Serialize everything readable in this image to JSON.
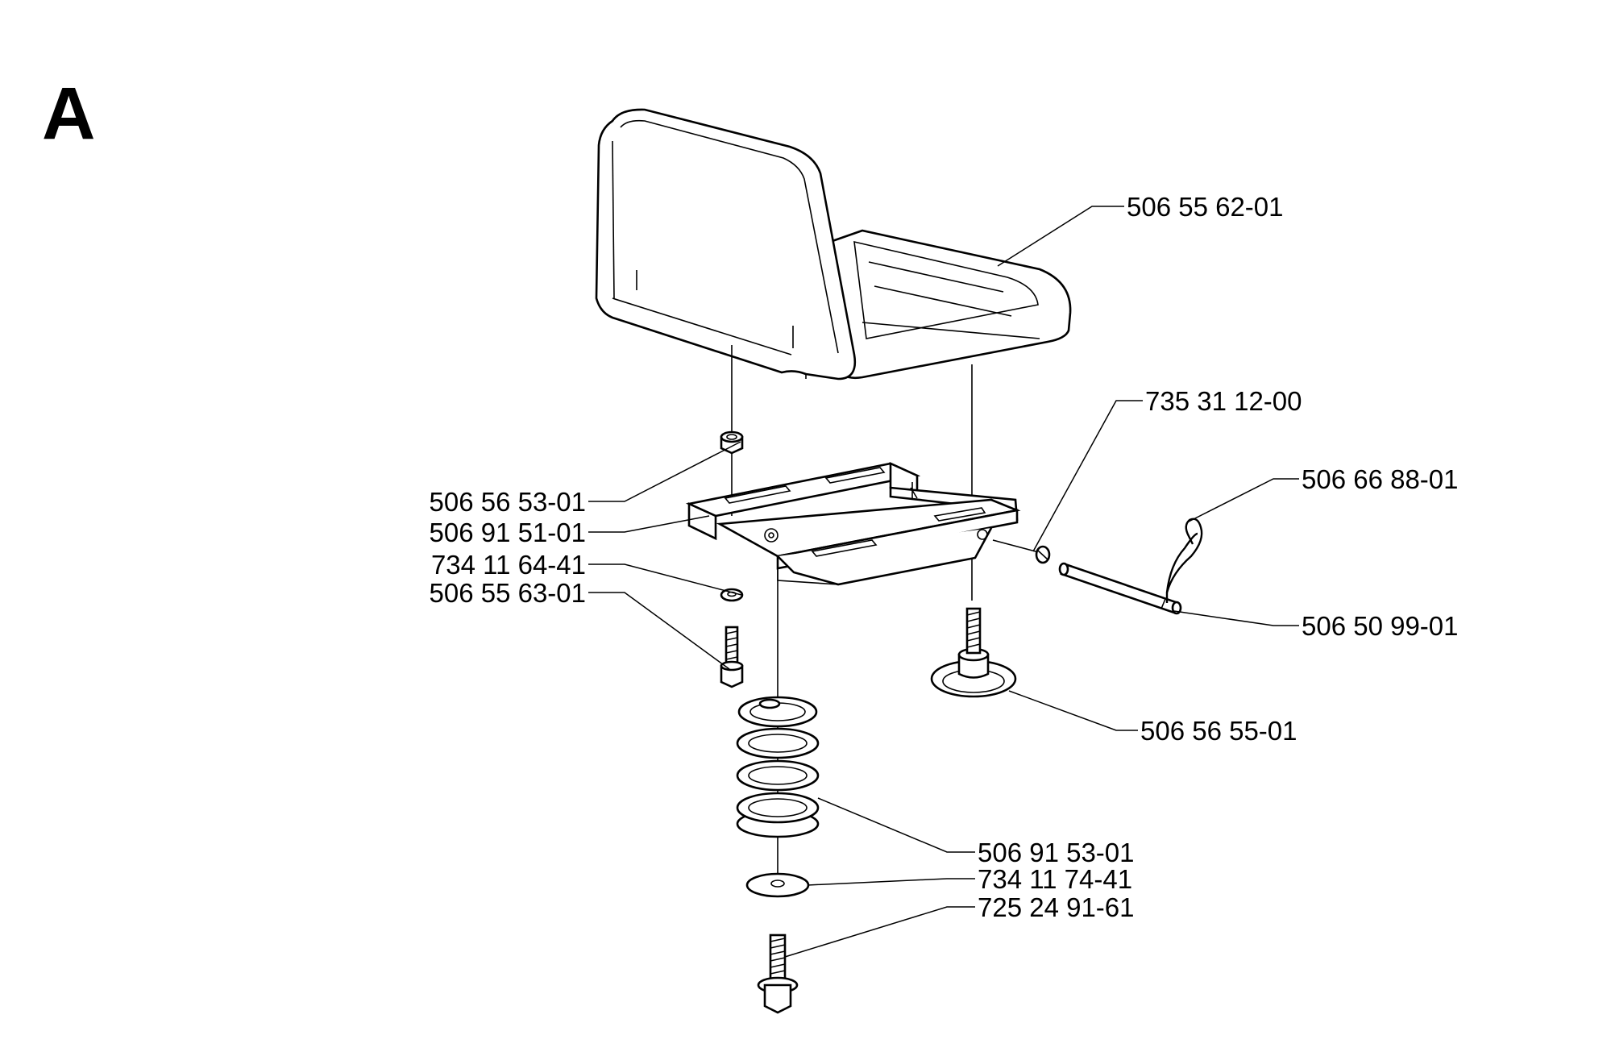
{
  "section_letter": "A",
  "callouts": [
    {
      "id": "seat",
      "text": "506 55 62-01"
    },
    {
      "id": "snap-ring",
      "text": "735 31 12-00"
    },
    {
      "id": "hair-pin",
      "text": "506 66 88-01"
    },
    {
      "id": "nut",
      "text": "506 56 53-01"
    },
    {
      "id": "bracket",
      "text": "506 91 51-01"
    },
    {
      "id": "washer-small",
      "text": "734 11 64-41"
    },
    {
      "id": "bolt-small",
      "text": "506 55 63-01"
    },
    {
      "id": "pin",
      "text": "506 50 99-01"
    },
    {
      "id": "knob",
      "text": "506 56 55-01"
    },
    {
      "id": "spring",
      "text": "506 91 53-01"
    },
    {
      "id": "washer-large",
      "text": "734 11 74-41"
    },
    {
      "id": "bolt-large",
      "text": "725 24 91-61"
    }
  ]
}
